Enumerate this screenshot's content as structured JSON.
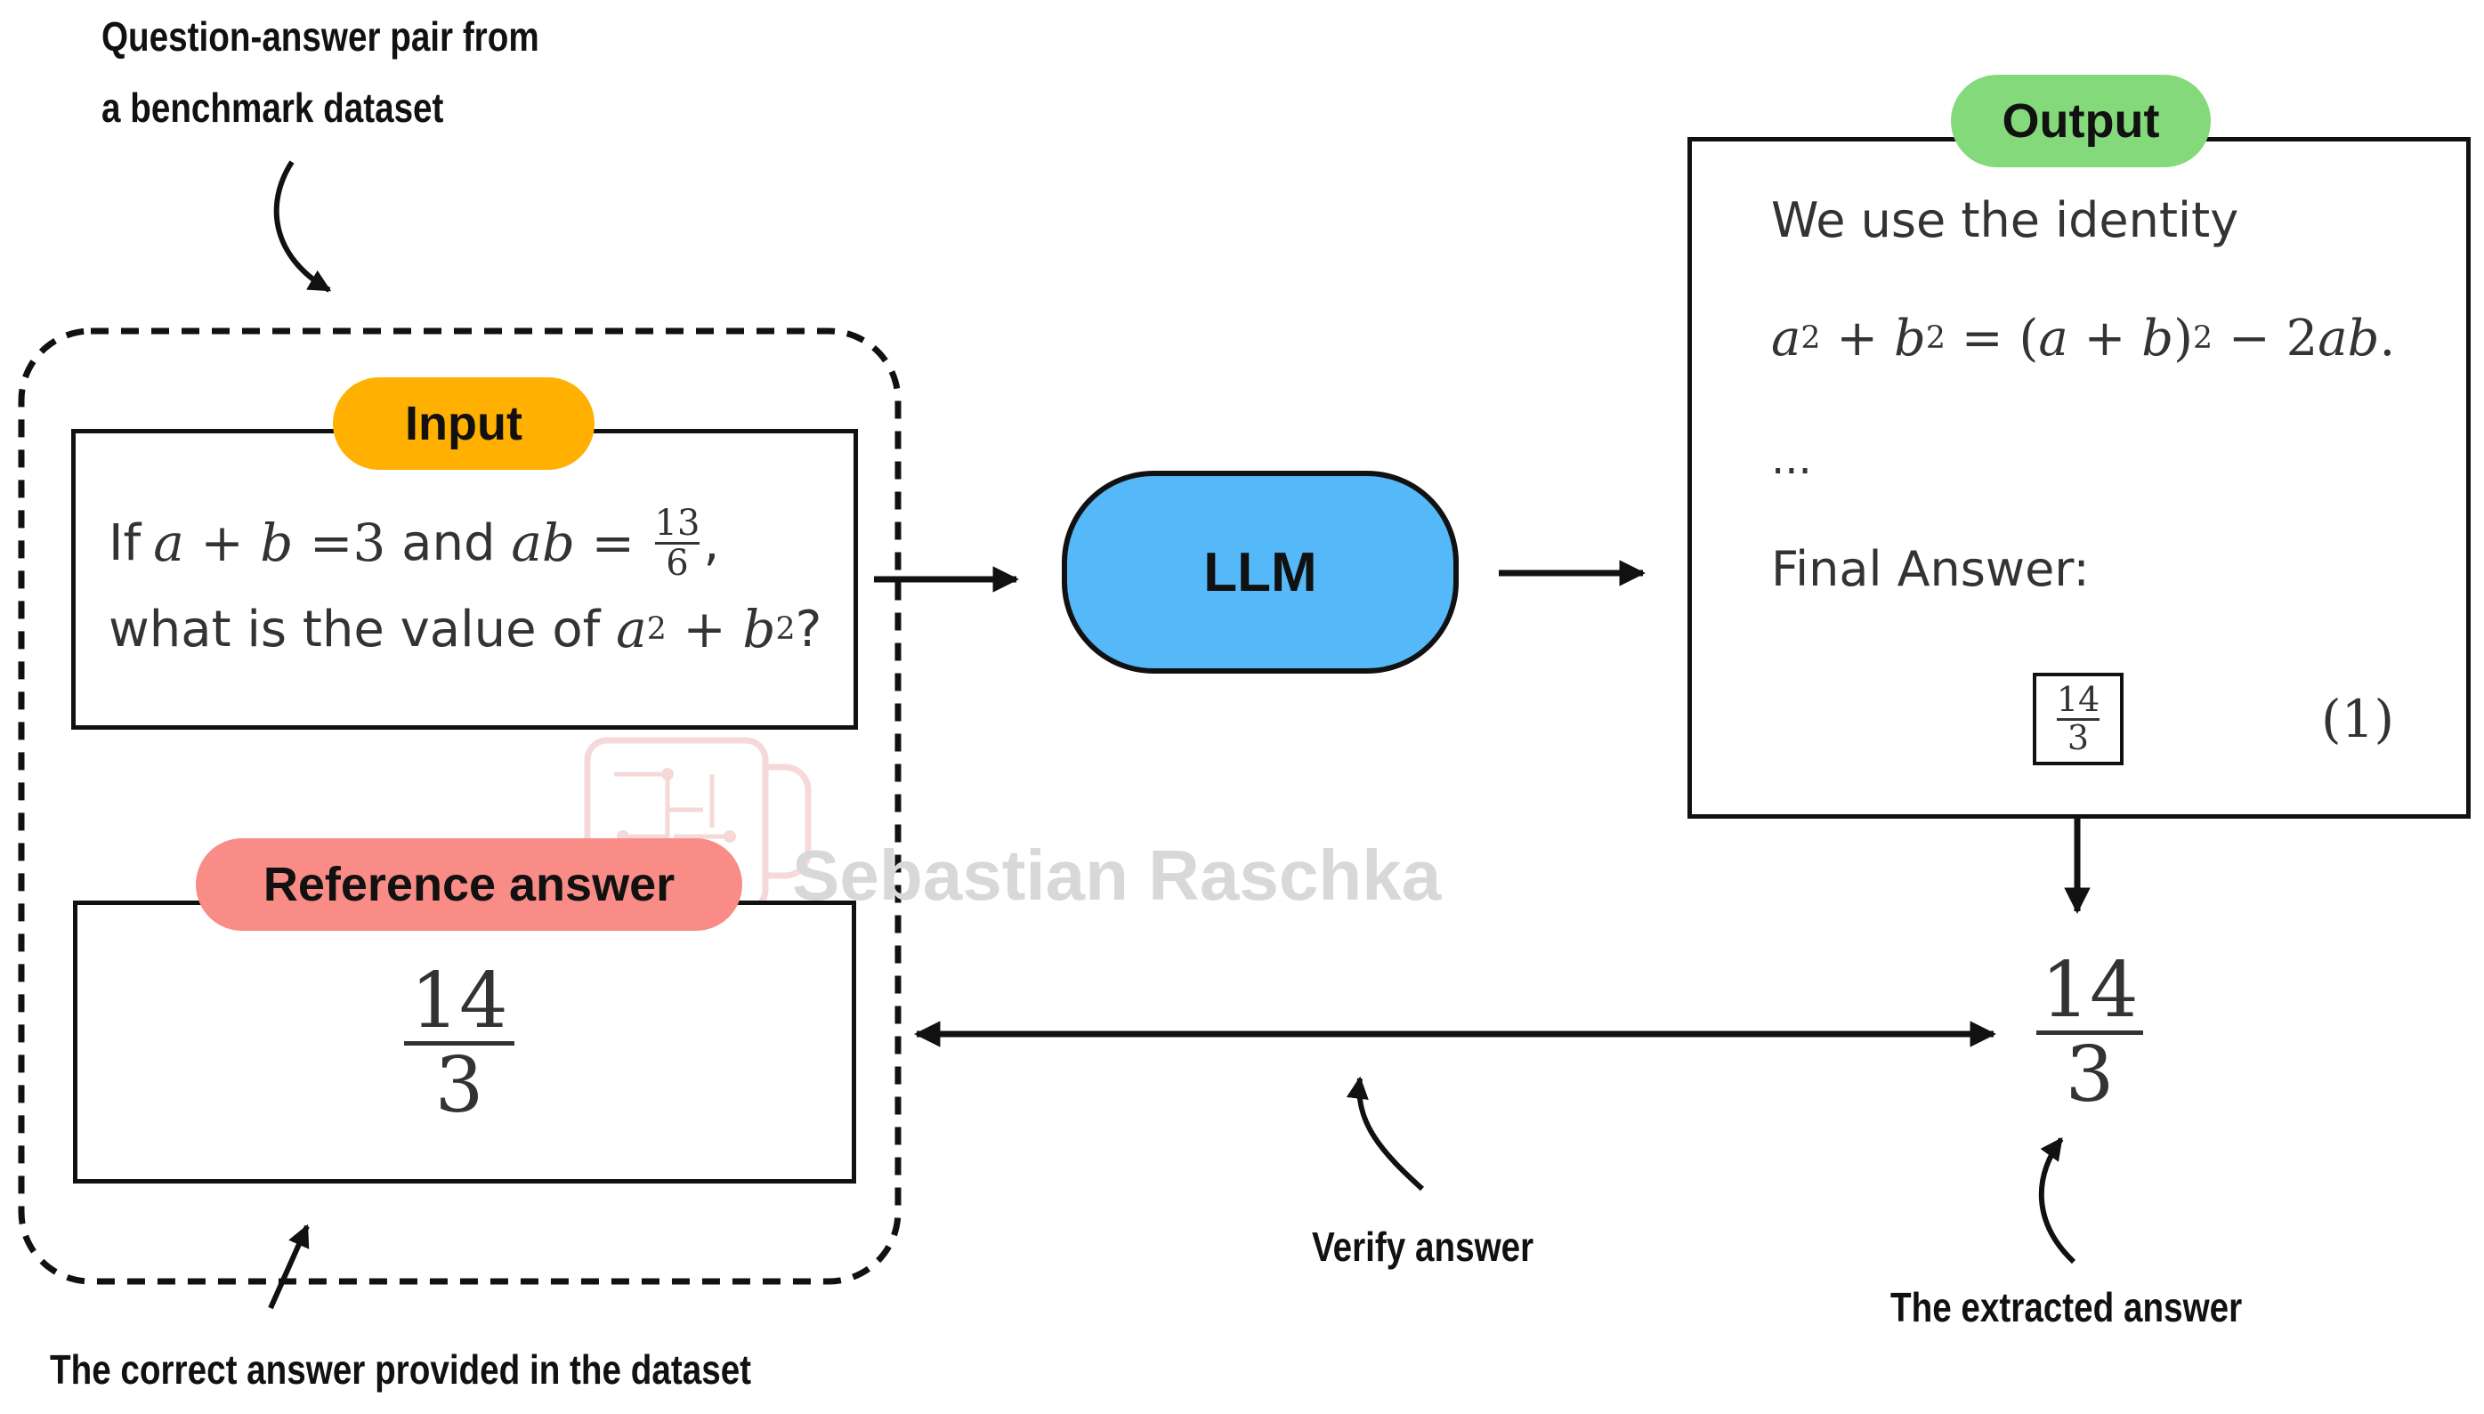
{
  "annotations": {
    "benchmark_line1": "Question-answer pair from",
    "benchmark_line2": "a benchmark dataset",
    "correct_answer": "The correct answer provided in the dataset",
    "verify": "Verify answer",
    "extracted": "The extracted answer"
  },
  "input": {
    "pill_label": "Input",
    "line1_if": "If",
    "line1_eq1": "a + b = ",
    "line1_three": "3",
    "line1_and": " and ",
    "line1_ab": "ab",
    "line1_equals": " = ",
    "frac_num": "13",
    "frac_den": "6",
    "line1_comma": ",",
    "line2_text": "what is the value of ",
    "line2_a": "a",
    "line2_a_exp": "2",
    "line2_plus": " + ",
    "line2_b": "b",
    "line2_b_exp": "2",
    "line2_q": "?"
  },
  "reference": {
    "pill_label": "Reference answer",
    "frac_num": "14",
    "frac_den": "3"
  },
  "llm": {
    "label": "LLM"
  },
  "output": {
    "pill_label": "Output",
    "intro": "We use the identity",
    "id_a": "a",
    "id_a_exp": "2",
    "id_plus": " + ",
    "id_b": "b",
    "id_b_exp": "2",
    "id_eq": " = (",
    "id_ab": "a",
    "id_plus2": " + ",
    "id_b2": "b",
    "id_close": ")",
    "id_close_exp": "2",
    "id_minus": " − 2",
    "id_ab_term": "ab",
    "id_end": ".",
    "ellipsis": "...",
    "final": "Final Answer:",
    "boxed_num": "14",
    "boxed_den": "3",
    "eq_number": "(1)"
  },
  "extracted": {
    "frac_num": "14",
    "frac_den": "3"
  },
  "watermark": "Sebastian Raschka",
  "colors": {
    "input_pill": "#FFB000",
    "reference_pill": "#F98C86",
    "output_pill": "#84D97B",
    "llm_fill": "#55B8F8",
    "stroke": "#111111"
  }
}
